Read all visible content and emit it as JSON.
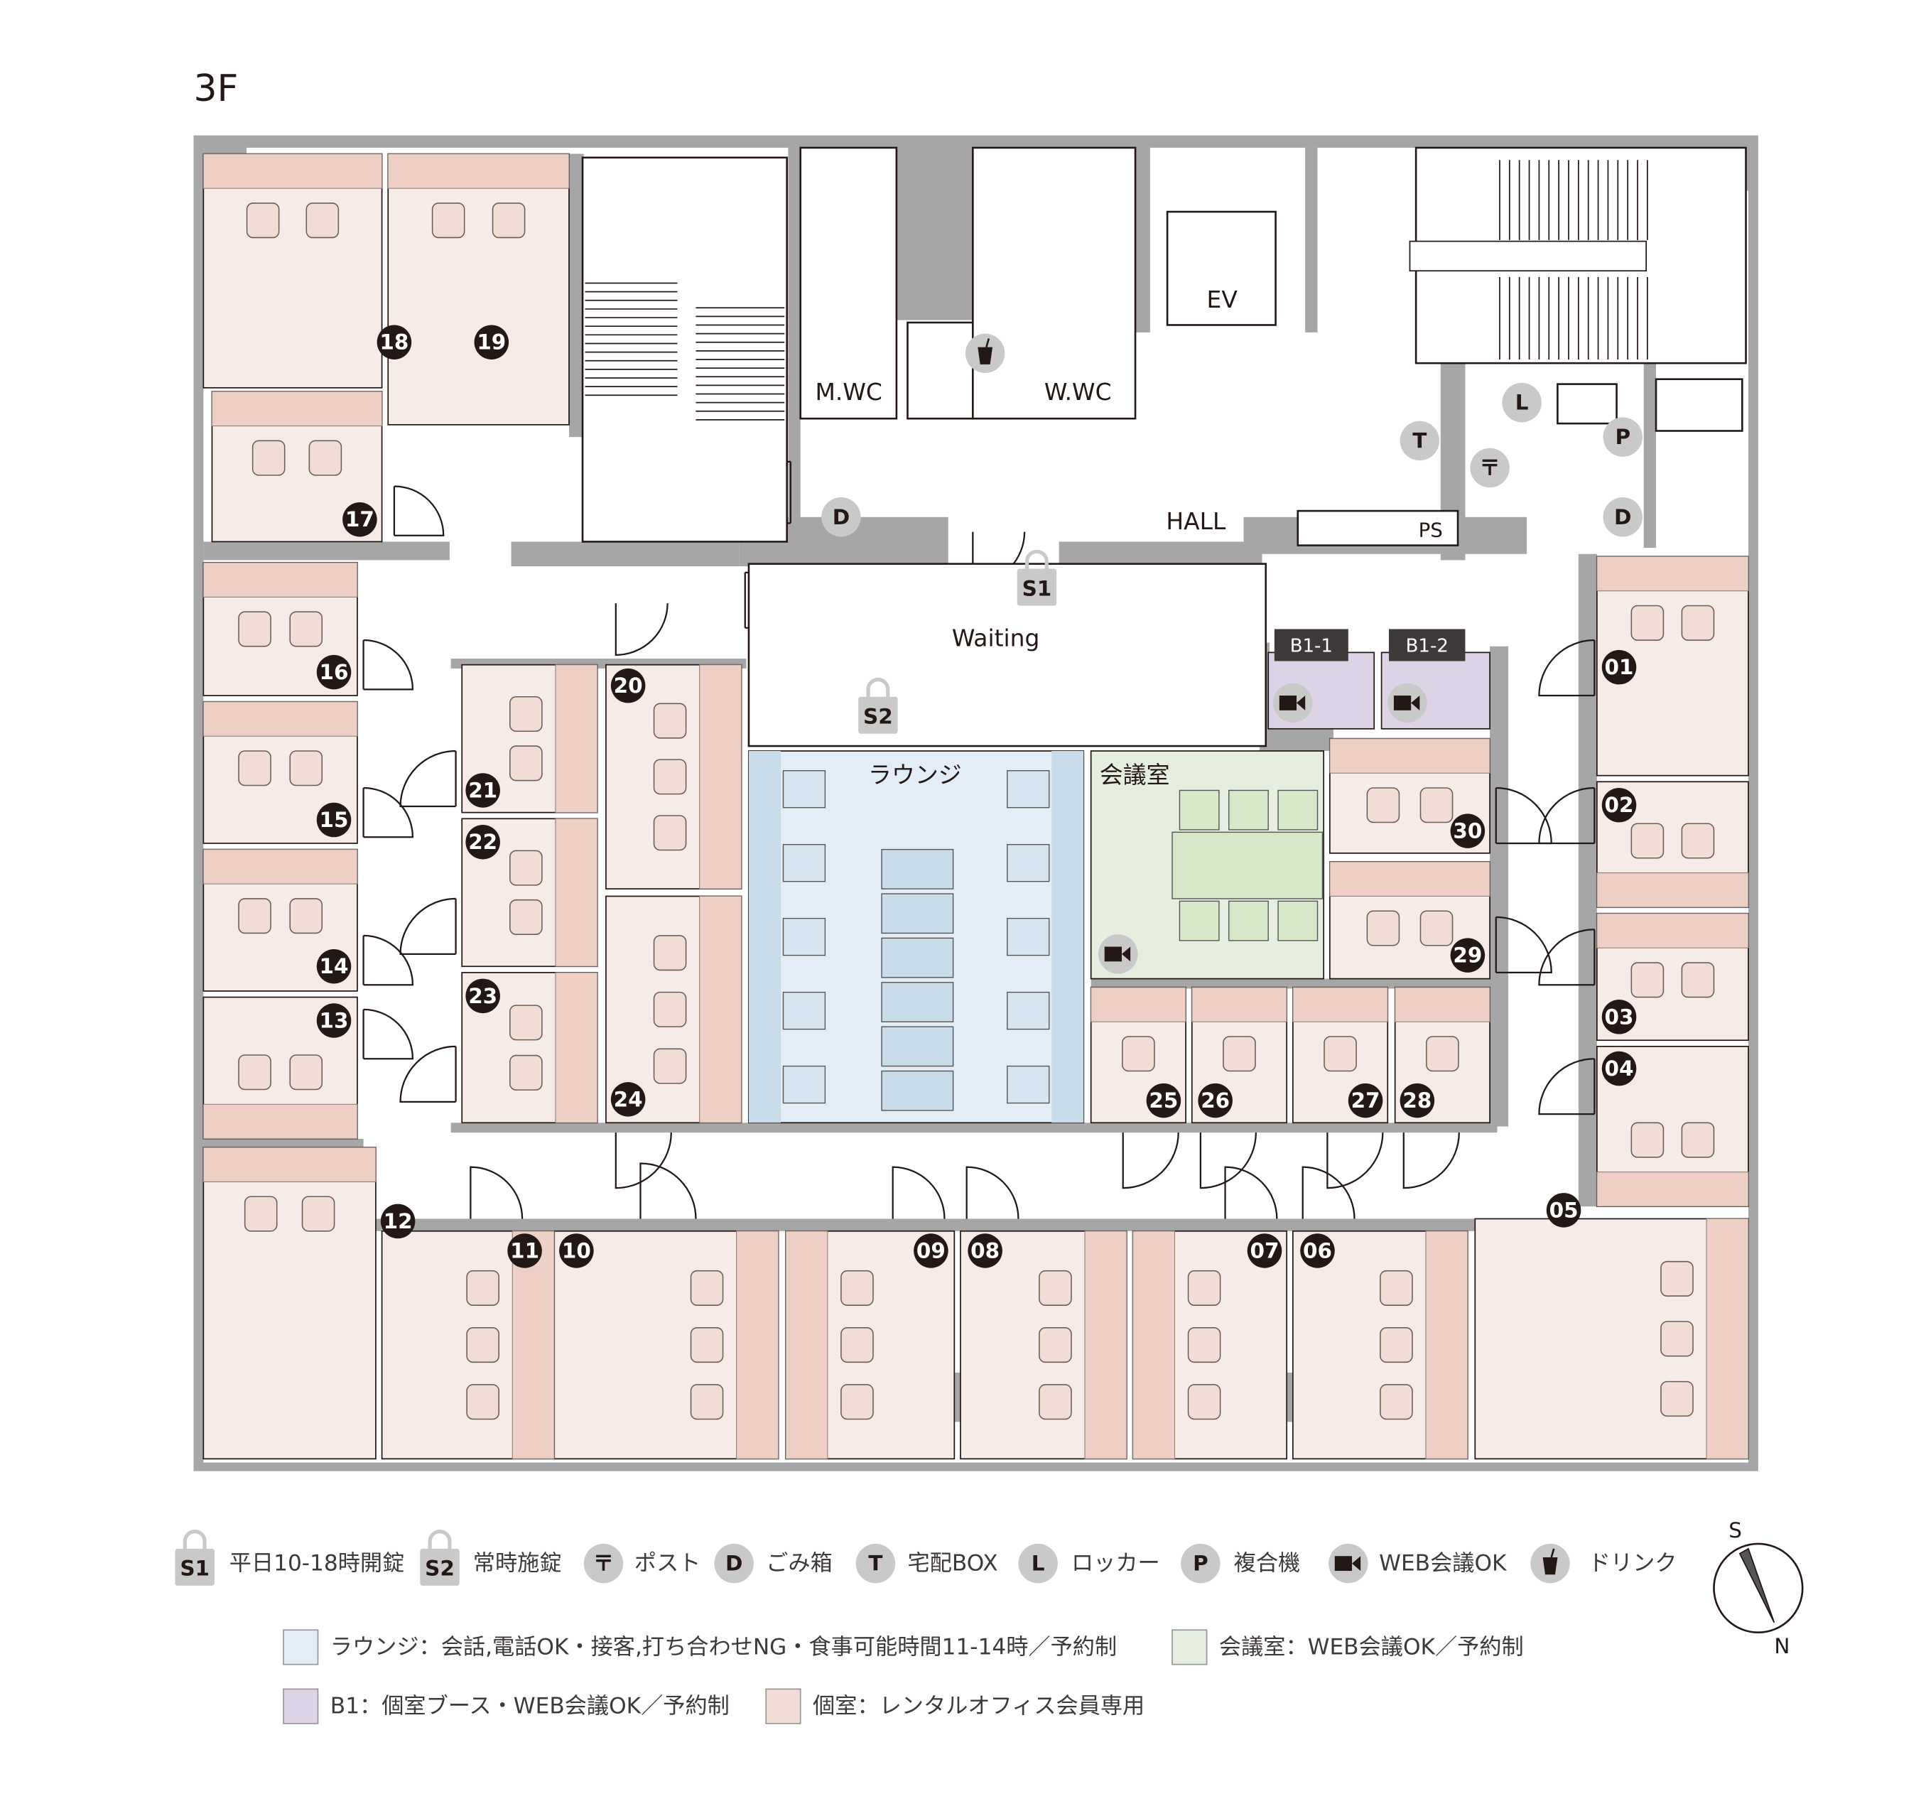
{
  "floor": "3F",
  "areas": {
    "mwc": "M.WC",
    "wwc": "W.WC",
    "ev": "EV",
    "hall": "HALL",
    "ps": "PS",
    "waiting": "Waiting",
    "lounge": "ラウンジ",
    "meeting": "会議室",
    "b1_1": "B1-1",
    "b1_2": "B1-2"
  },
  "rooms": [
    "01",
    "02",
    "03",
    "04",
    "05",
    "06",
    "07",
    "08",
    "09",
    "10",
    "11",
    "12",
    "13",
    "14",
    "15",
    "16",
    "17",
    "18",
    "19",
    "20",
    "21",
    "22",
    "23",
    "24",
    "25",
    "26",
    "27",
    "28",
    "29",
    "30"
  ],
  "markers": {
    "s1": "S1",
    "s2": "S2",
    "d": "D",
    "t": "T",
    "l": "L",
    "p": "P",
    "post": "〒"
  },
  "legend": {
    "icons": [
      {
        "key": "S1",
        "icon": "lock-icon",
        "label": "平日10-18時開錠"
      },
      {
        "key": "S2",
        "icon": "lock-icon",
        "label": "常時施錠"
      },
      {
        "key": "〒",
        "icon": "post-icon",
        "label": "ポスト"
      },
      {
        "key": "D",
        "icon": "trash-icon",
        "label": "ごみ箱"
      },
      {
        "key": "T",
        "icon": "delivery-box-icon",
        "label": "宅配BOX"
      },
      {
        "key": "L",
        "icon": "locker-icon",
        "label": "ロッカー"
      },
      {
        "key": "P",
        "icon": "printer-icon",
        "label": "複合機"
      },
      {
        "key": "",
        "icon": "video-camera-icon",
        "label": "WEB会議OK"
      },
      {
        "key": "",
        "icon": "drink-icon",
        "label": "ドリンク"
      }
    ],
    "areas": [
      {
        "label": "ラウンジ：会話,電話OK・接客,打ち合わせNG・食事可能時間11-14時／予約制",
        "color": "#e3edf7"
      },
      {
        "label": "会議室：WEB会議OK／予約制",
        "color": "#e6efdf"
      },
      {
        "label": "B1：個室ブース・WEB会議OK／予約制",
        "color": "#ddd3e6"
      },
      {
        "label": "個室：レンタルオフィス会員専用",
        "color": "#f2ddd6"
      }
    ]
  },
  "compass": {
    "s": "S",
    "n": "N"
  },
  "colors": {
    "wall": "#a6a6a6",
    "room": "#f7ebe7",
    "room_band": "#edcfc6",
    "lounge": "#e3edf7",
    "lounge_side": "#c8dcea",
    "meeting": "#e6efdf",
    "meeting_table": "#d6e8c8",
    "booth": "#ddd3e6",
    "badge": "#231815",
    "marker": "#c9c9c9"
  }
}
